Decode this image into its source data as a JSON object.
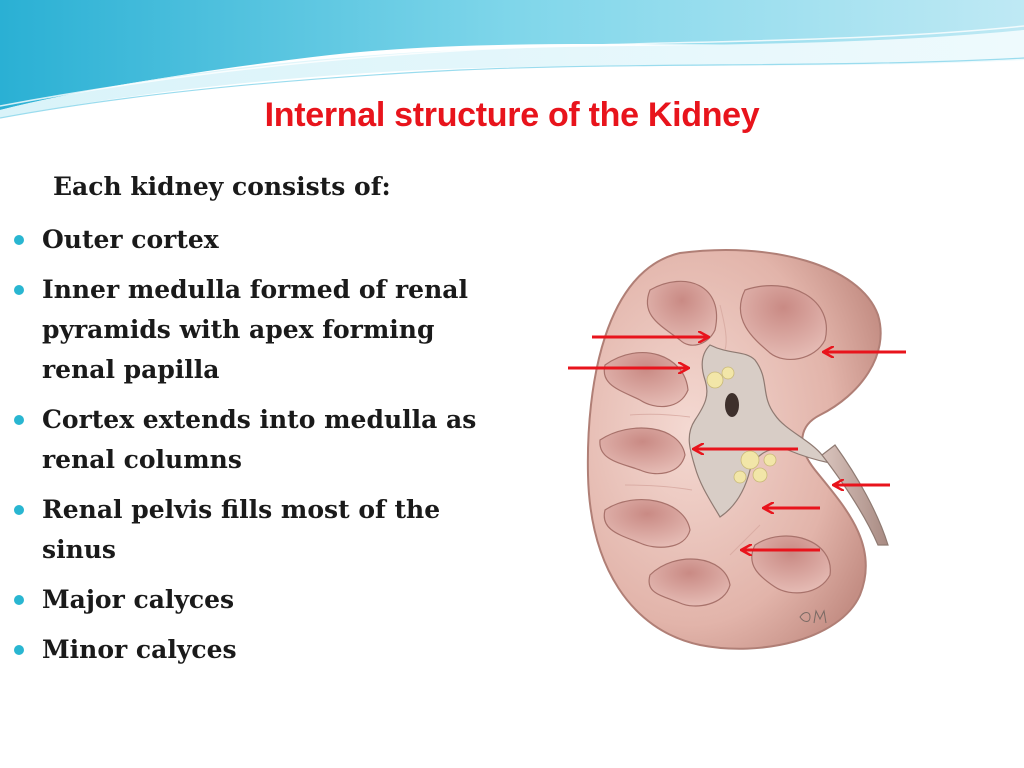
{
  "slide": {
    "title": "Internal structure of the Kidney",
    "intro": "Each kidney consists of:",
    "bullets": [
      "Outer cortex",
      "Inner medulla formed of renal pyramids with apex forming renal papilla",
      "Cortex extends into medulla as renal columns",
      "Renal pelvis fills most of the sinus",
      "Major calyces",
      "Minor calyces"
    ]
  },
  "colors": {
    "title": "#e8141c",
    "bullet": "#29b6d1",
    "arrow": "#e8141c",
    "wave_top": "#6fd0e6",
    "wave_light": "#d4f1f8"
  },
  "figure": {
    "signature": "DM"
  }
}
